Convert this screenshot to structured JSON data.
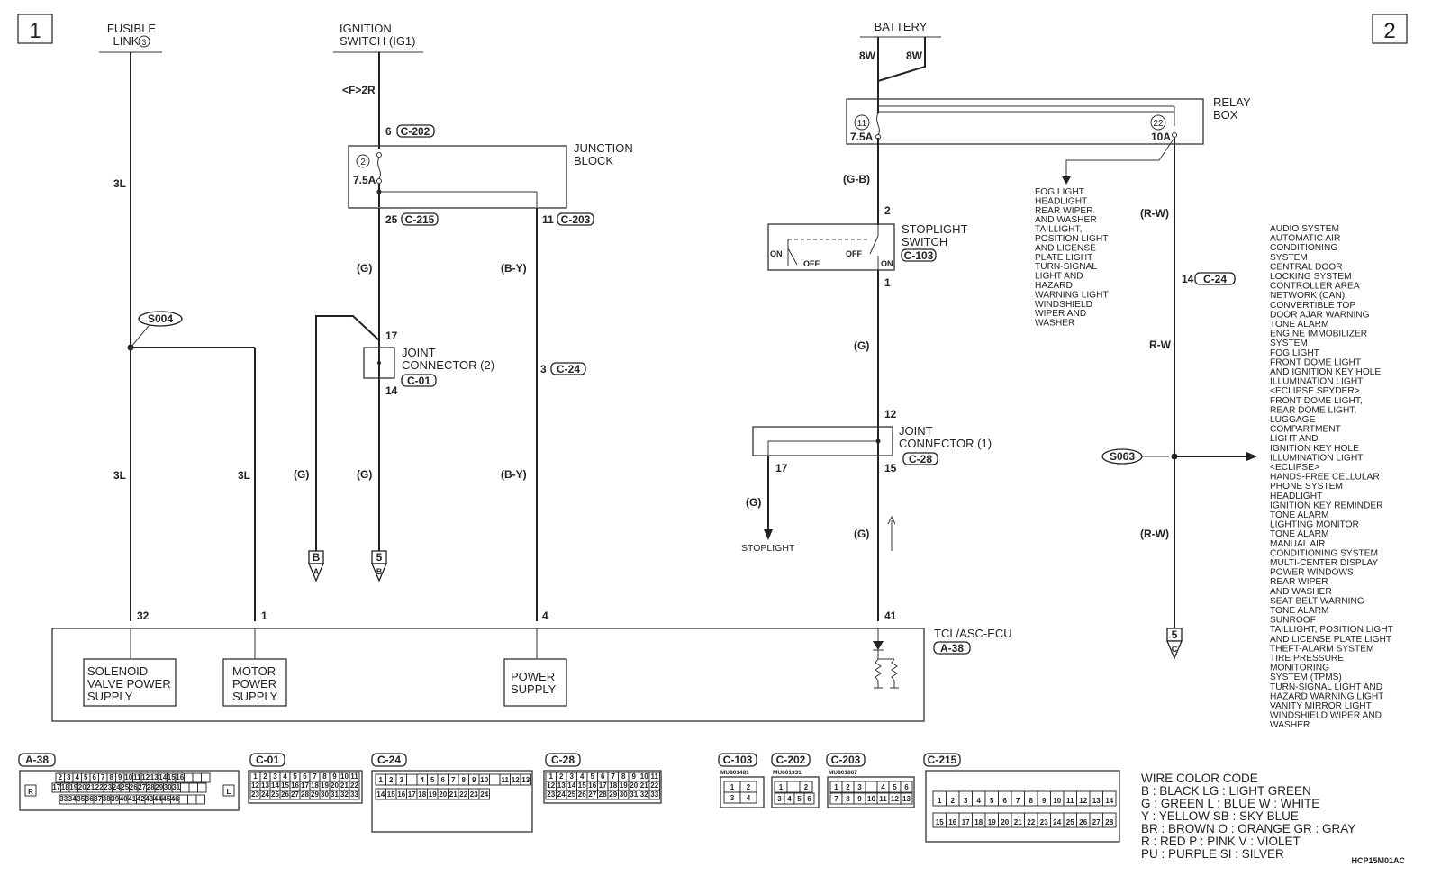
{
  "pages": {
    "left": "1",
    "right": "2"
  },
  "sources": {
    "fusible": [
      "FUSIBLE",
      "LINK"
    ],
    "fusible_num": "3",
    "ignition": [
      "IGNITION",
      "SWITCH (IG1)"
    ],
    "battery": "BATTERY",
    "battery_wires": [
      "8W",
      "8W"
    ]
  },
  "junction_block": {
    "label": [
      "JUNCTION",
      "BLOCK"
    ],
    "fuse_num": "2",
    "fuse_amp": "7.5A",
    "in_pin": "6",
    "in_conn": "C-202",
    "code": "<F>2R",
    "out1_pin": "25",
    "out1_conn": "C-215",
    "out2_pin": "11",
    "out2_conn": "C-203"
  },
  "relay_box": {
    "label": [
      "RELAY",
      "BOX"
    ],
    "fuse1_num": "11",
    "fuse1_amp": "7.5A",
    "fuse2_num": "22",
    "fuse2_amp": "10A",
    "loads": [
      "FOG LIGHT",
      "HEADLIGHT",
      "REAR WIPER",
      "AND WASHER",
      "TAILLIGHT,",
      "POSITION LIGHT",
      "AND LICENSE",
      "PLATE LIGHT",
      "TURN-SIGNAL",
      "LIGHT AND",
      "HAZARD",
      "WARNING LIGHT",
      "WINDSHIELD",
      "WIPER AND",
      "WASHER"
    ]
  },
  "stoplight_switch": {
    "label": [
      "STOPLIGHT",
      "SWITCH"
    ],
    "conn": "C-103",
    "pin_in": "2",
    "pin_out": "1",
    "on": "ON",
    "off": "OFF"
  },
  "joint2": {
    "label": [
      "JOINT",
      "CONNECTOR (2)"
    ],
    "conn": "C-01",
    "pin_in": "17",
    "pin_out": "14"
  },
  "joint1": {
    "label": [
      "JOINT",
      "CONNECTOR (1)"
    ],
    "conn": "C-28",
    "pin_in": "12",
    "pin_out1": "17",
    "pin_out2": "15",
    "dest": "STOPLIGHT"
  },
  "wires": {
    "w3l": "3L",
    "g": "(G)",
    "by": "(B-Y)",
    "gb": "(G-B)",
    "rw": "(R-W)",
    "rw2": "R-W",
    "c24_pin": "3",
    "c24_conn": "C-24",
    "c24_pin2": "14",
    "c24_conn2": "C-24"
  },
  "splices": {
    "s1": "S004",
    "s2": "S063"
  },
  "offpage": {
    "a_letter": "B",
    "a_sub": "A",
    "b_letter": "5",
    "b_sub": "B",
    "c_letter": "5",
    "c_sub": "C"
  },
  "ecu": {
    "label": "TCL/ASC-ECU",
    "conn": "A-38",
    "pins": [
      "32",
      "1",
      "4",
      "41"
    ],
    "blocks": [
      [
        "SOLENOID",
        "VALVE POWER",
        "SUPPLY"
      ],
      [
        "MOTOR",
        "POWER",
        "SUPPLY"
      ],
      [
        "POWER",
        "SUPPLY"
      ]
    ]
  },
  "right_list": [
    "AUDIO SYSTEM",
    "AUTOMATIC AIR",
    "CONDITIONING",
    "SYSTEM",
    "CENTRAL DOOR",
    "LOCKING SYSTEM",
    "CONTROLLER AREA",
    "NETWORK (CAN)",
    "CONVERTIBLE TOP",
    "DOOR AJAR WARNING",
    "TONE ALARM",
    "ENGINE IMMOBILIZER",
    "SYSTEM",
    "FOG LIGHT",
    "FRONT DOME LIGHT",
    "AND IGNITION KEY HOLE",
    "ILLUMINATION LIGHT",
    "<ECLIPSE SPYDER>",
    "FRONT DOME LIGHT,",
    "REAR DOME LIGHT,",
    "LUGGAGE",
    "COMPARTMENT",
    "LIGHT AND",
    "IGNITION KEY HOLE",
    "ILLUMINATION LIGHT",
    "<ECLIPSE>",
    "HANDS-FREE CELLULAR",
    "PHONE SYSTEM",
    "HEADLIGHT",
    "IGNITION KEY REMINDER",
    "TONE ALARM",
    "LIGHTING MONITOR",
    "TONE ALARM",
    "MANUAL AIR",
    "CONDITIONING SYSTEM",
    "MULTI-CENTER DISPLAY",
    "POWER WINDOWS",
    "REAR WIPER",
    "AND WASHER",
    "SEAT BELT WARNING",
    "TONE ALARM",
    "SUNROOF",
    "TAILLIGHT, POSITION LIGHT",
    "AND LICENSE PLATE LIGHT",
    "THEFT-ALARM SYSTEM",
    "TIRE PRESSURE",
    "MONITORING",
    "SYSTEM (TPMS)",
    "TURN-SIGNAL LIGHT AND",
    "HAZARD WARNING LIGHT",
    "VANITY MIRROR LIGHT",
    "WINDSHIELD WIPER AND",
    "WASHER"
  ],
  "connectors": {
    "a38": "A-38",
    "c01": "C-01",
    "c24": "C-24",
    "c28": "C-28",
    "c103": "C-103",
    "c202": "C-202",
    "c203": "C-203",
    "c215": "C-215",
    "c103_part": "MU801481",
    "c202_part": "MU801331",
    "c203_part": "MU801867",
    "a38_side": [
      "R",
      "L"
    ]
  },
  "color_code": {
    "title": "WIRE COLOR CODE",
    "lines": [
      "B : BLACK    LG : LIGHT GREEN",
      "G : GREEN    L : BLUE    W : WHITE",
      "Y : YELLOW    SB : SKY BLUE",
      "BR : BROWN    O : ORANGE    GR : GRAY",
      "R : RED    P : PINK    V : VIOLET",
      "PU : PURPLE    SI : SILVER"
    ]
  },
  "figure_id": "HCP15M01AC"
}
